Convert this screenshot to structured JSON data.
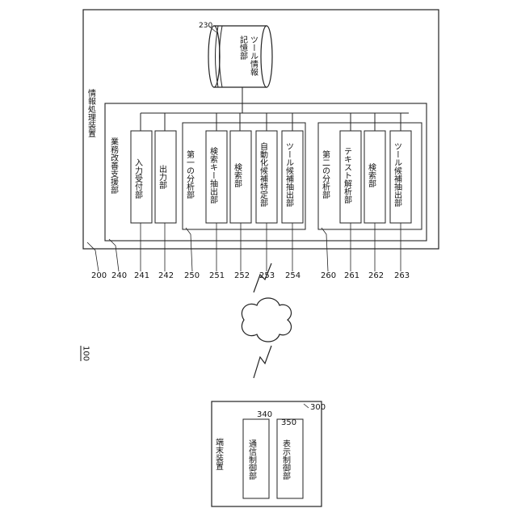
{
  "system": {
    "label": "100"
  },
  "info_processing_device": {
    "label": "情報処理装置",
    "ref": "200"
  },
  "tool_info_storage": {
    "label_line1": "ツール情報",
    "label_line2": "記憶部",
    "ref": "230"
  },
  "business_improvement_support": {
    "label": "業務改善支援部",
    "ref": "240",
    "input_reception": {
      "label": "入力受付部",
      "ref": "241"
    },
    "output": {
      "label": "出力部",
      "ref": "242"
    }
  },
  "first_analysis": {
    "label": "第一の分析部",
    "ref": "250",
    "children": [
      {
        "label": "検索キー抽出部",
        "ref": "251"
      },
      {
        "label": "検索部",
        "ref": "252"
      },
      {
        "label": "自動化候補特定部",
        "ref": "253"
      },
      {
        "label": "ツール候補抽出部",
        "ref": "254"
      }
    ]
  },
  "second_analysis": {
    "label": "第二の分析部",
    "ref": "260",
    "children": [
      {
        "label": "テキスト解析部",
        "ref": "261"
      },
      {
        "label": "検索部",
        "ref": "262"
      },
      {
        "label": "ツール候補抽出部",
        "ref": "263"
      }
    ]
  },
  "terminal_device": {
    "label": "端末装置",
    "ref": "300",
    "comm_control": {
      "label": "通信制御部",
      "ref": "340"
    },
    "display_control": {
      "label": "表示制御部",
      "ref": "350"
    }
  }
}
